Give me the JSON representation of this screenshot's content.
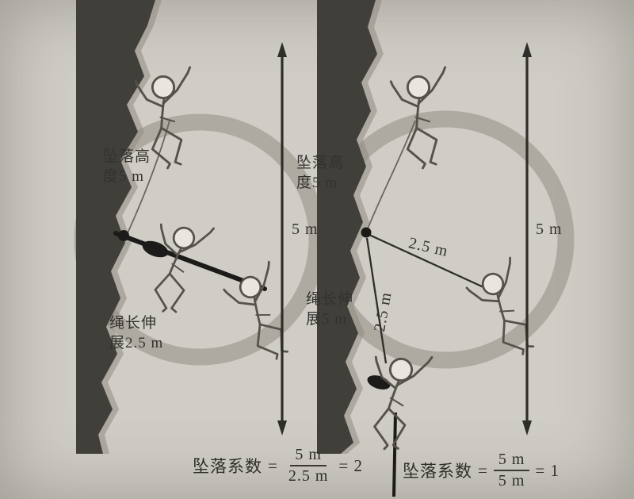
{
  "colors": {
    "paper": "#d0cdc6",
    "ink": "#33322f",
    "rock_dark": "#413f3a",
    "rock_glow": "#8f8b81",
    "arc_ring": "#9b968d",
    "rope": "#1c1b19",
    "arrow": "#2e2d2a"
  },
  "panels": {
    "left": {
      "fall_label_line1": "坠落高",
      "fall_label_line2": "度5 m",
      "rope_label_line1": "绳长伸",
      "rope_label_line2": "展2.5 m",
      "arrow_label": "5 m",
      "formula": {
        "lhs": "坠落系数",
        "equals": "=",
        "numerator": "5 m",
        "denominator": "2.5 m",
        "result": "= 2"
      }
    },
    "right": {
      "fall_label_line1": "坠落高",
      "fall_label_line2": "度5 m",
      "rope_label_line1": "绳长伸",
      "rope_label_line2": "展5 m",
      "diagonal_label": "2.5 m",
      "vertical_label": "2.5 m",
      "arrow_label": "5 m",
      "formula": {
        "lhs": "坠落系数",
        "equals": "=",
        "numerator": "5 m",
        "denominator": "5 m",
        "result": "= 1"
      }
    }
  }
}
